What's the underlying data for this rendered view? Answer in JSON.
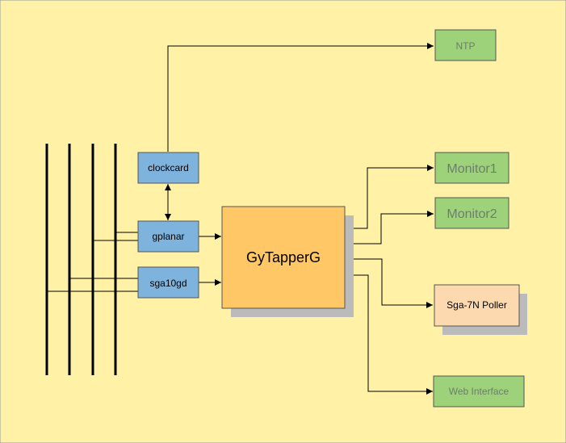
{
  "colors": {
    "background": "#FFF2A6",
    "blue_box": "#7EB3DE",
    "green_box": "#9DD17A",
    "orange_box": "#FFC766",
    "peach_box": "#FDD9B0",
    "shadow": "#BBBBBB",
    "line": "#000000"
  },
  "nodes": {
    "ntp": "NTP",
    "clockcard": "clockcard",
    "gplanar": "gplanar",
    "sga10gd": "sga10gd",
    "gytapperg": "GyTapperG",
    "monitor1": "Monitor1",
    "monitor2": "Monitor2",
    "poller": "Sga-7N Poller",
    "web": "Web Interface"
  }
}
